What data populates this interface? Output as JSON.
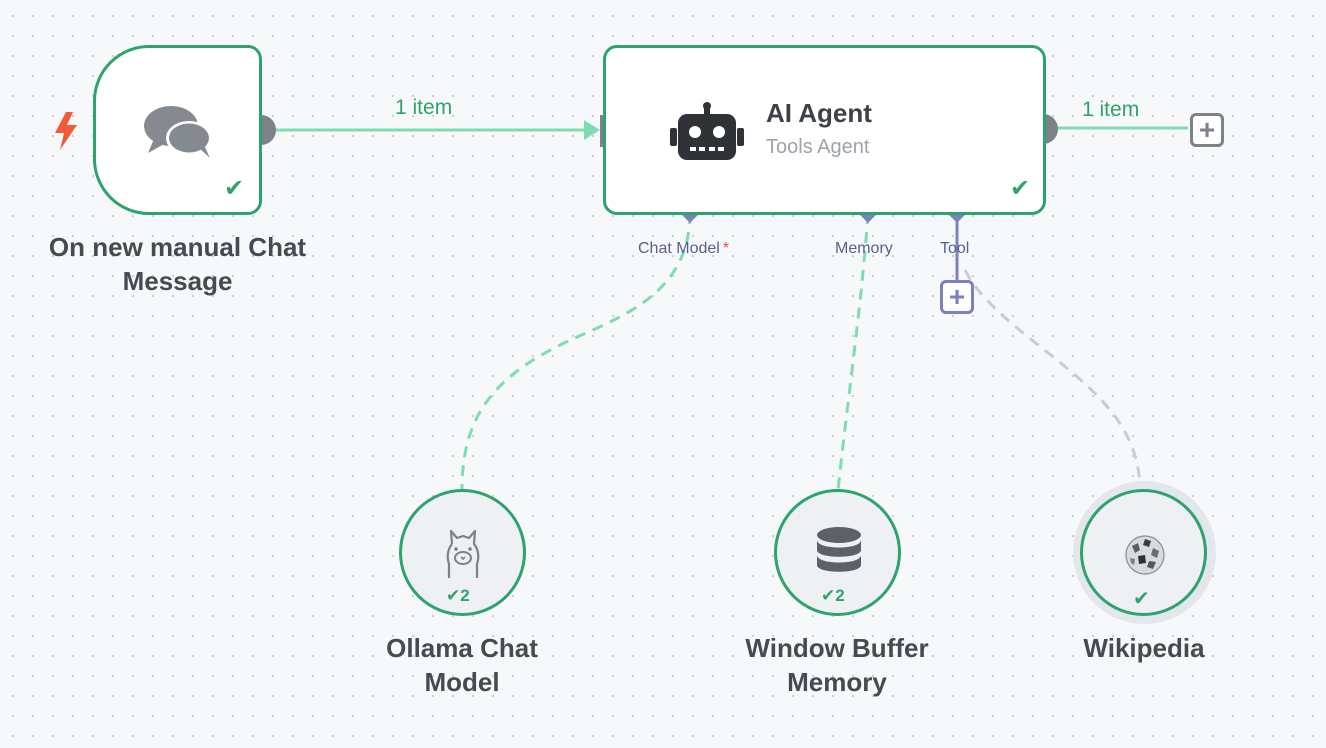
{
  "canvas": {
    "colors": {
      "success": "#2ea36b",
      "connection": "#7fdcb2",
      "sub_connection": "#7b80be",
      "tool_connection": "#c9cbd6",
      "trigger": "#f15a3a"
    }
  },
  "nodes": {
    "trigger": {
      "label": "On new manual Chat Message",
      "label_lines": [
        "On new manual Chat",
        "Message"
      ],
      "icon": "chat-bubbles-icon",
      "badge_icon": "lightning-bolt-icon",
      "status": "✔"
    },
    "agent": {
      "title": "AI Agent",
      "subtitle": "Tools Agent",
      "icon": "robot-icon",
      "status": "✔",
      "inputs": {
        "chat_model": "Chat Model",
        "chat_model_required": "*",
        "memory": "Memory",
        "tool": "Tool"
      }
    },
    "ollama": {
      "label_lines": [
        "Ollama Chat",
        "Model"
      ],
      "icon": "llama-icon",
      "status": "✔",
      "run_count": "2"
    },
    "memory": {
      "label_lines": [
        "Window Buffer",
        "Memory"
      ],
      "icon": "database-icon",
      "status": "✔",
      "run_count": "2"
    },
    "wikipedia": {
      "label_lines": [
        "Wikipedia"
      ],
      "icon": "wikipedia-globe-icon",
      "status": "✔"
    }
  },
  "connections": {
    "trigger_to_agent_label": "1 item",
    "agent_output_label": "1 item"
  },
  "buttons": {
    "add_output": "+",
    "add_tool": "+"
  }
}
